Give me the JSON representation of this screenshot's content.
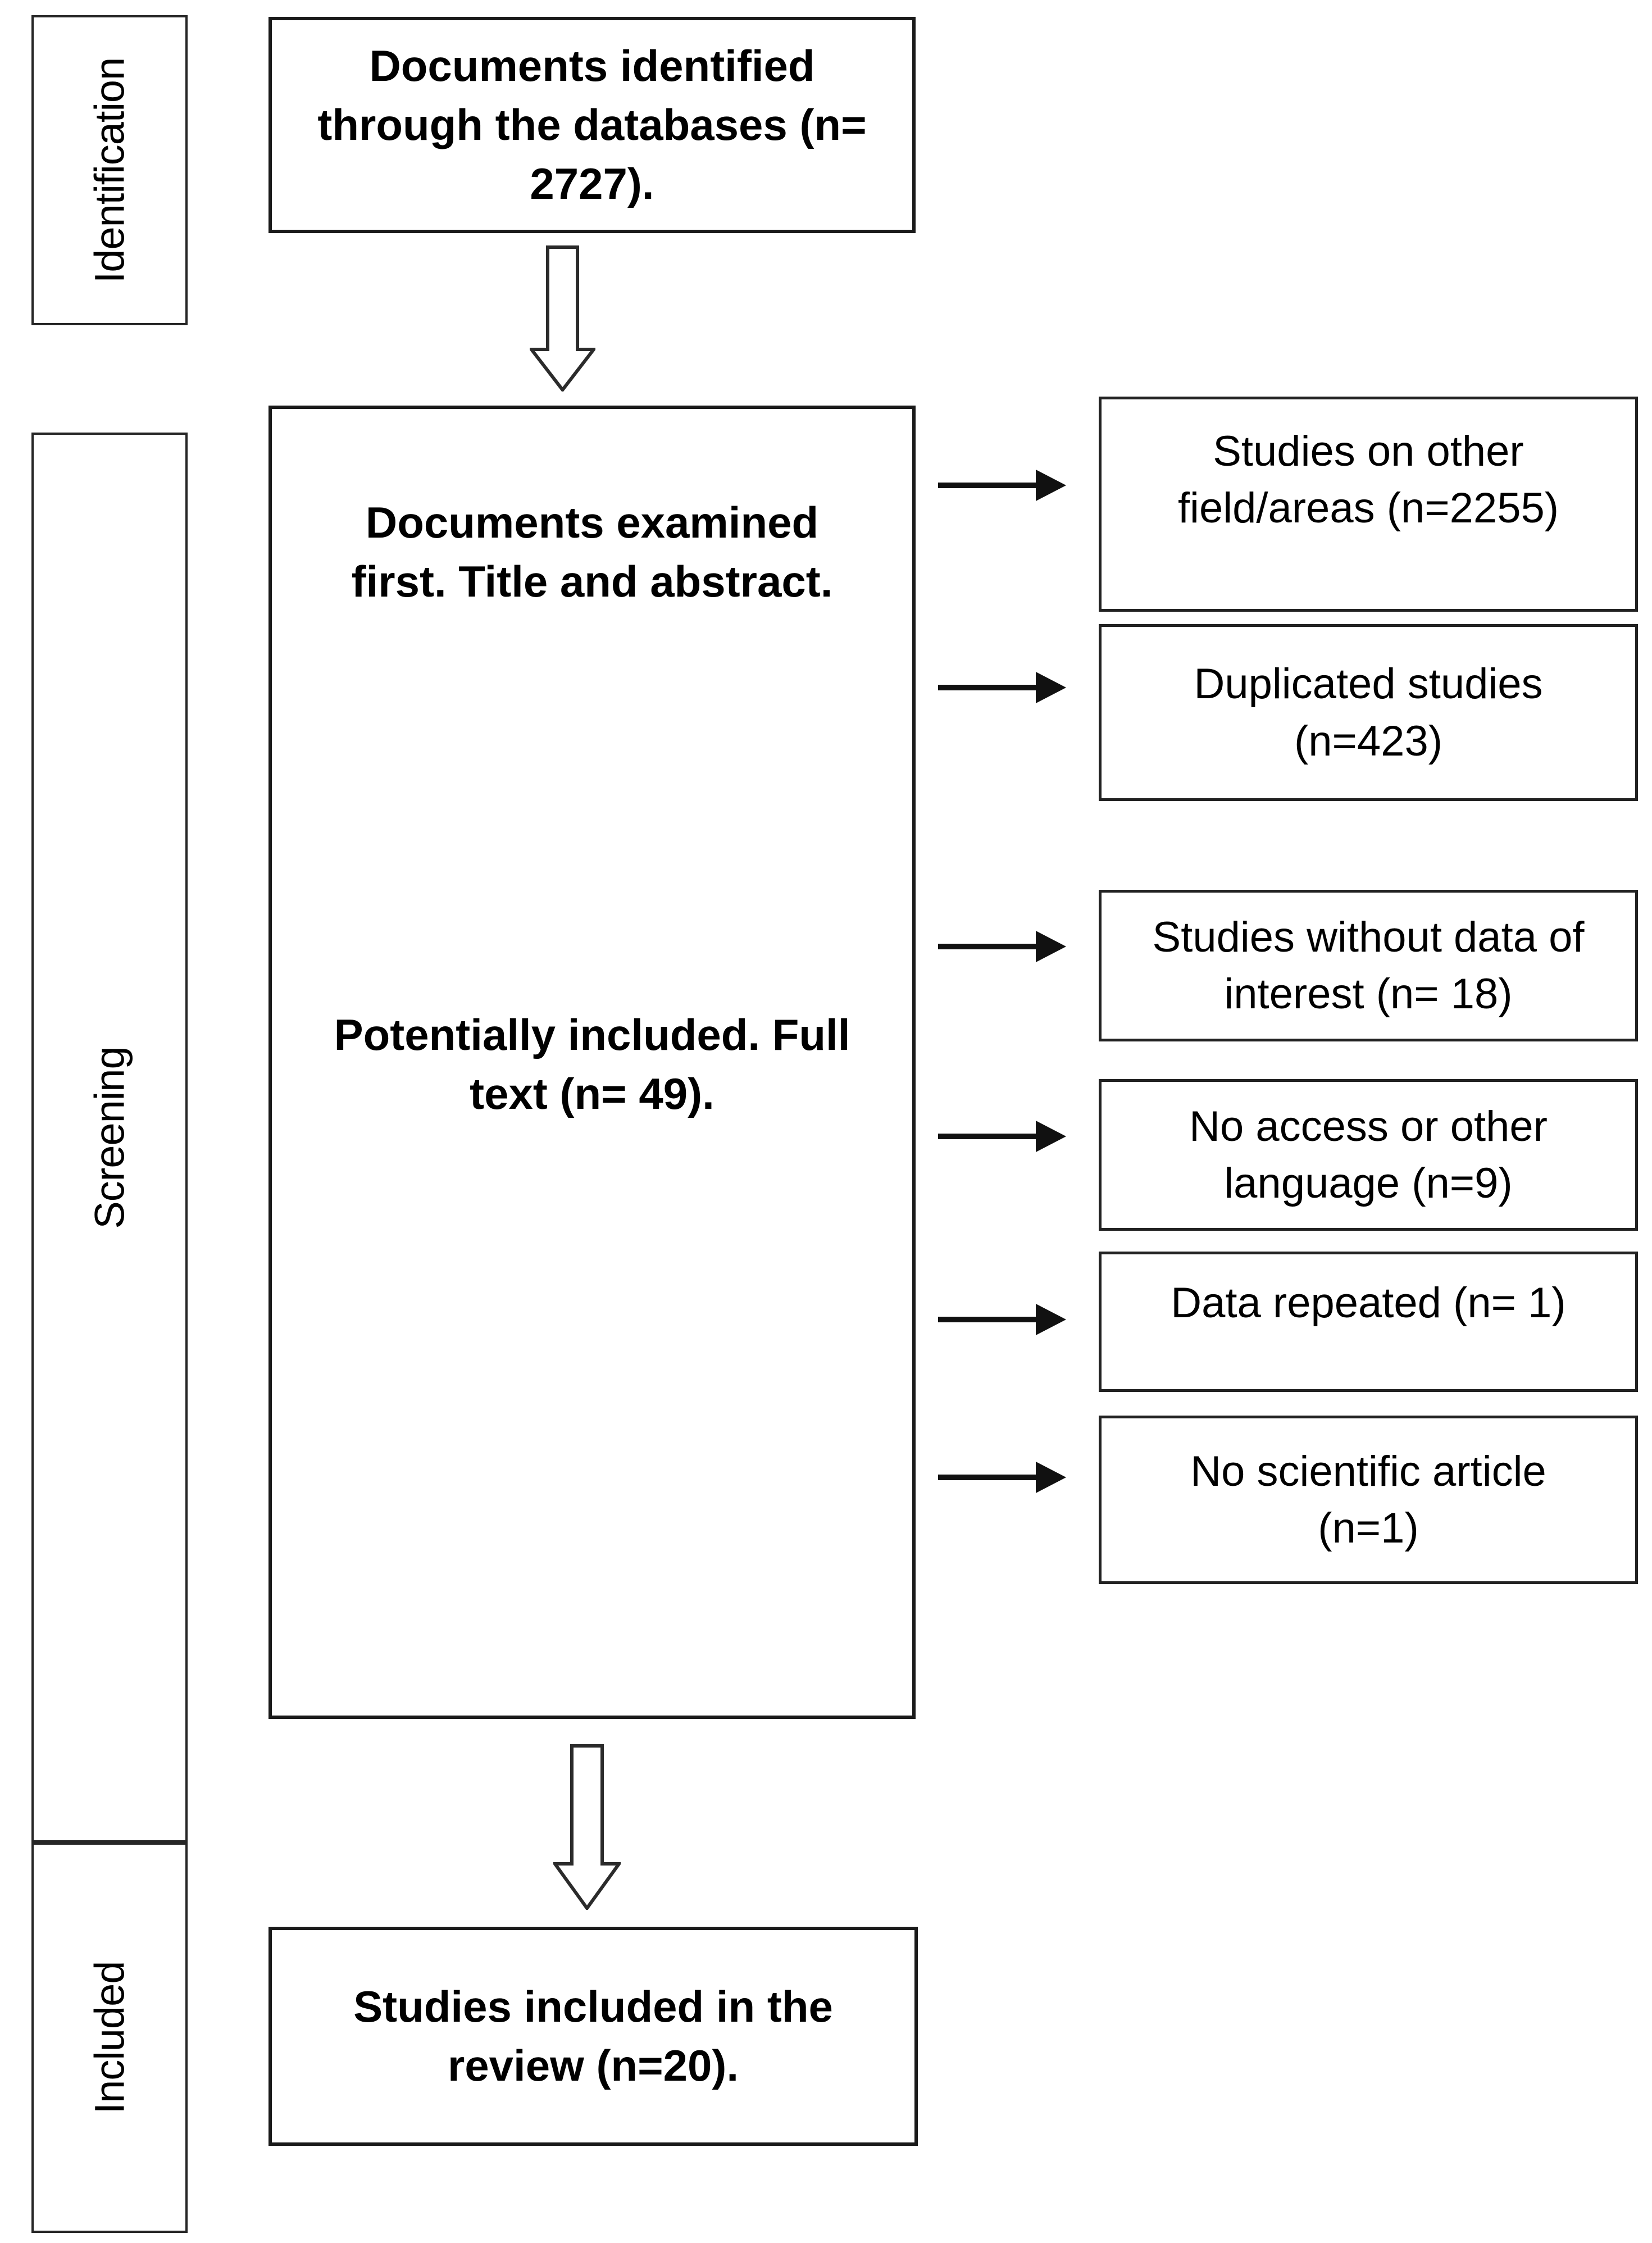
{
  "colors": {
    "background": "#ffffff",
    "text": "#000000",
    "box_border": "#1a1a1a",
    "arrow_fill": "#111111"
  },
  "sidebar": {
    "stages": [
      {
        "label": "Identification"
      },
      {
        "label": "Screening"
      },
      {
        "label": "Included"
      }
    ]
  },
  "flow": {
    "top_box": {
      "text": "Documents identified\nthrough the databases (n=\n2727)."
    },
    "main_box": {
      "primary_text": "Documents examined\nfirst. Title and abstract.",
      "secondary_text": "Potentially included. Full\ntext (n= 49)."
    },
    "bottom_box": {
      "text": "Studies included in the\nreview (n=20)."
    }
  },
  "exclusions": [
    {
      "text": "Studies on other\nfield/areas (n=2255)"
    },
    {
      "text": "Duplicated studies\n(n=423)"
    },
    {
      "text": "Studies without data of\ninterest (n= 18)"
    },
    {
      "text": "No access or other\nlanguage (n=9)"
    },
    {
      "text": "Data repeated (n= 1)"
    },
    {
      "text": "No scientific article\n(n=1)"
    }
  ],
  "icons": {
    "down_arrow": "⇩",
    "right_arrow": "→"
  }
}
